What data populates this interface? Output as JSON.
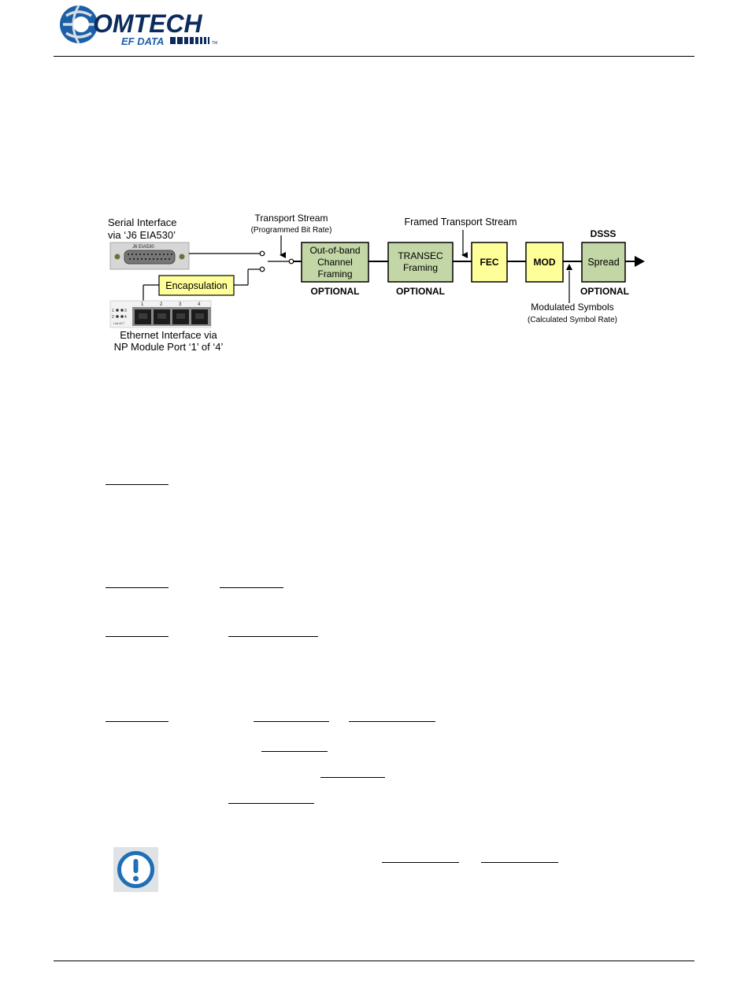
{
  "header": {
    "logo": {
      "brand": "OMTECH",
      "sub": "EF DATA",
      "tm": "TM",
      "colors": {
        "blue": "#1b5fa8",
        "dark": "#0b2c5c",
        "gray": "#d9dde2"
      }
    }
  },
  "diagram": {
    "serial_label": [
      "Serial Interface",
      "via ‘J6 EIA530’"
    ],
    "connector_label": "J6 EIA530",
    "transport_label": [
      "Transport Stream",
      "(Programmed Bit Rate)"
    ],
    "framed_label": "Framed Transport Stream",
    "dsss_label": "DSSS",
    "encapsulation": "Encapsulation",
    "oob_block": [
      "Out-of-band",
      "Channel",
      "Framing"
    ],
    "transec_block": [
      "TRANSEC",
      "Framing"
    ],
    "fec_block": "FEC",
    "mod_block": "MOD",
    "spread_block": "Spread",
    "optional": "OPTIONAL",
    "port_numbers": [
      "1",
      "2",
      "3",
      "4"
    ],
    "led_labels": [
      "1",
      "3",
      "2",
      "4"
    ],
    "port_note": "Link ACT",
    "modulated_label": [
      "Modulated Symbols",
      "(Calculated Symbol Rate)"
    ],
    "ethernet_label": [
      "Ethernet Interface via",
      "NP Module Port ‘1’ of ‘4’"
    ],
    "colors": {
      "green": "#c3d6a5",
      "yellow": "#ffff99",
      "line": "#000000"
    }
  },
  "note_icon": "exclamation-icon"
}
